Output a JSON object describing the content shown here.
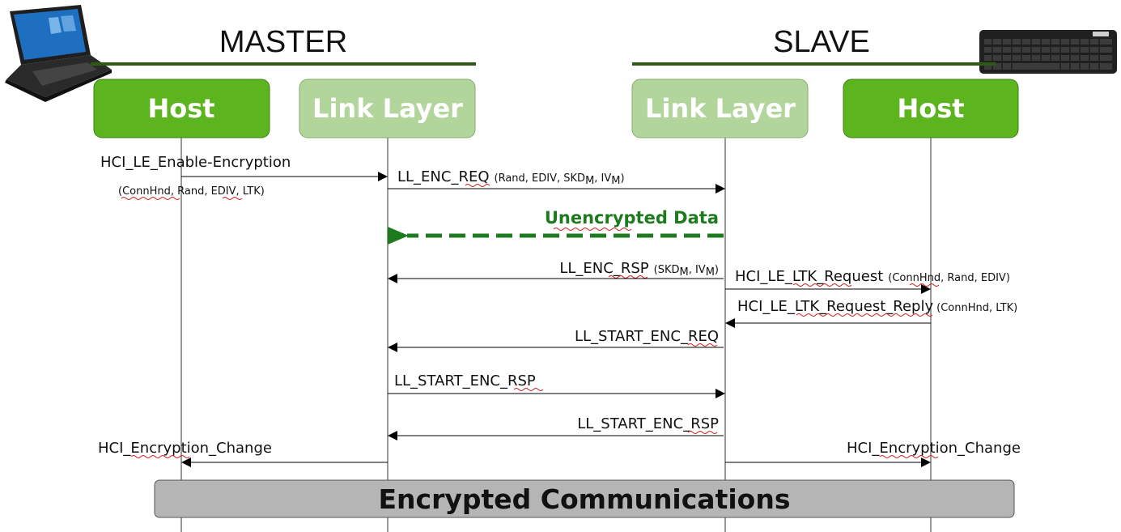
{
  "sides": {
    "master": "MASTER",
    "slave": "SLAVE"
  },
  "lanes": {
    "master_host": "Host",
    "master_ll": "Link Layer",
    "slave_ll": "Link Layer",
    "slave_host": "Host"
  },
  "messages": {
    "hci_enable": "HCI_LE_Enable-Encryption",
    "hci_enable_params": "(ConnHnd, Rand, EDIV, LTK)",
    "ll_enc_req": "LL_ENC_REQ",
    "ll_enc_req_params_a": "(Rand, EDIV, SKD",
    "ll_enc_req_params_b": ", IV",
    "ll_enc_req_params_c": ")",
    "sub_m": "M",
    "unencrypted": "Unencrypted Data",
    "ll_enc_rsp": "LL_ENC_RSP",
    "ll_enc_rsp_params_a": "(SKD",
    "ll_enc_rsp_params_b": ", IV",
    "ll_enc_rsp_params_c": ")",
    "ltk_request": "HCI_LE_LTK_Request",
    "ltk_request_params": "(ConnHnd, Rand, EDIV)",
    "ltk_reply": "HCI_LE_LTK_Request_Reply",
    "ltk_reply_params": "(ConnHnd, LTK)",
    "start_enc_req": "LL_START_ENC_REQ",
    "start_enc_rsp_1": "LL_START_ENC_RSP",
    "start_enc_rsp_2": "LL_START_ENC_RSP",
    "enc_change_master": "HCI_Encryption_Change",
    "enc_change_slave": "HCI_Encryption_Change"
  },
  "banner": "Encrypted Communications",
  "icons": {
    "laptop": "laptop-icon",
    "keyboard": "keyboard-icon"
  },
  "colors": {
    "host_green": "#5cb51f",
    "link_layer_green": "#b2d59b",
    "title_rule": "#2e5a18",
    "unencrypted_arrow": "#1e7a1e",
    "banner_fill": "#b5b5b5"
  }
}
